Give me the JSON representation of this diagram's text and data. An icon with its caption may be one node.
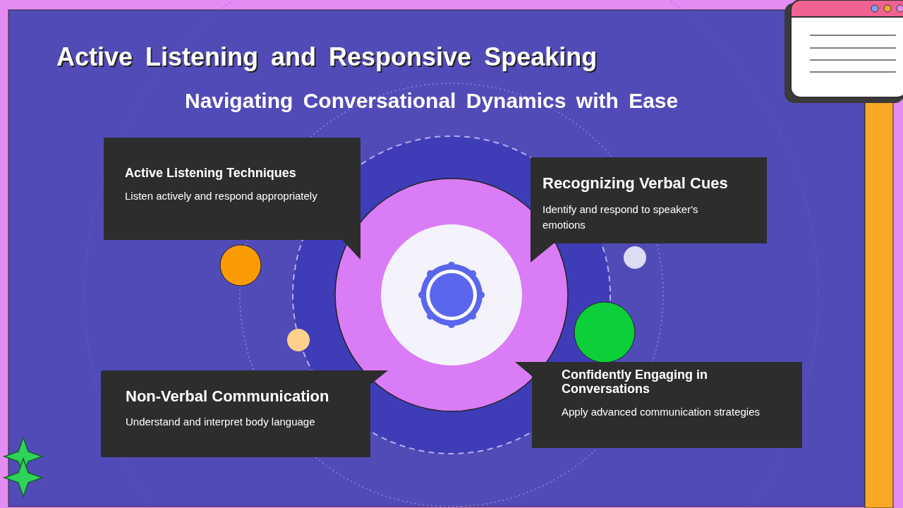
{
  "diagram": {
    "title": "Active Listening and Responsive Speaking",
    "nodes": [
      {
        "text": [
          "Active Listening Techniques",
          "Listen actively and respond appropriately"
        ]
      },
      {
        "text": [
          "Recognizing Verbal Cues",
          "Identify and respond to speaker's emotions"
        ]
      },
      {
        "text": [
          "Non-Verbal Communication",
          "Understand and interpret body language"
        ]
      },
      {
        "text": [
          "Confidently Engaging in Conversations",
          "Apply advanced communication strategies"
        ]
      }
    ],
    "labels": [
      "Navigating Conversational Dynamics with Ease"
    ]
  }
}
